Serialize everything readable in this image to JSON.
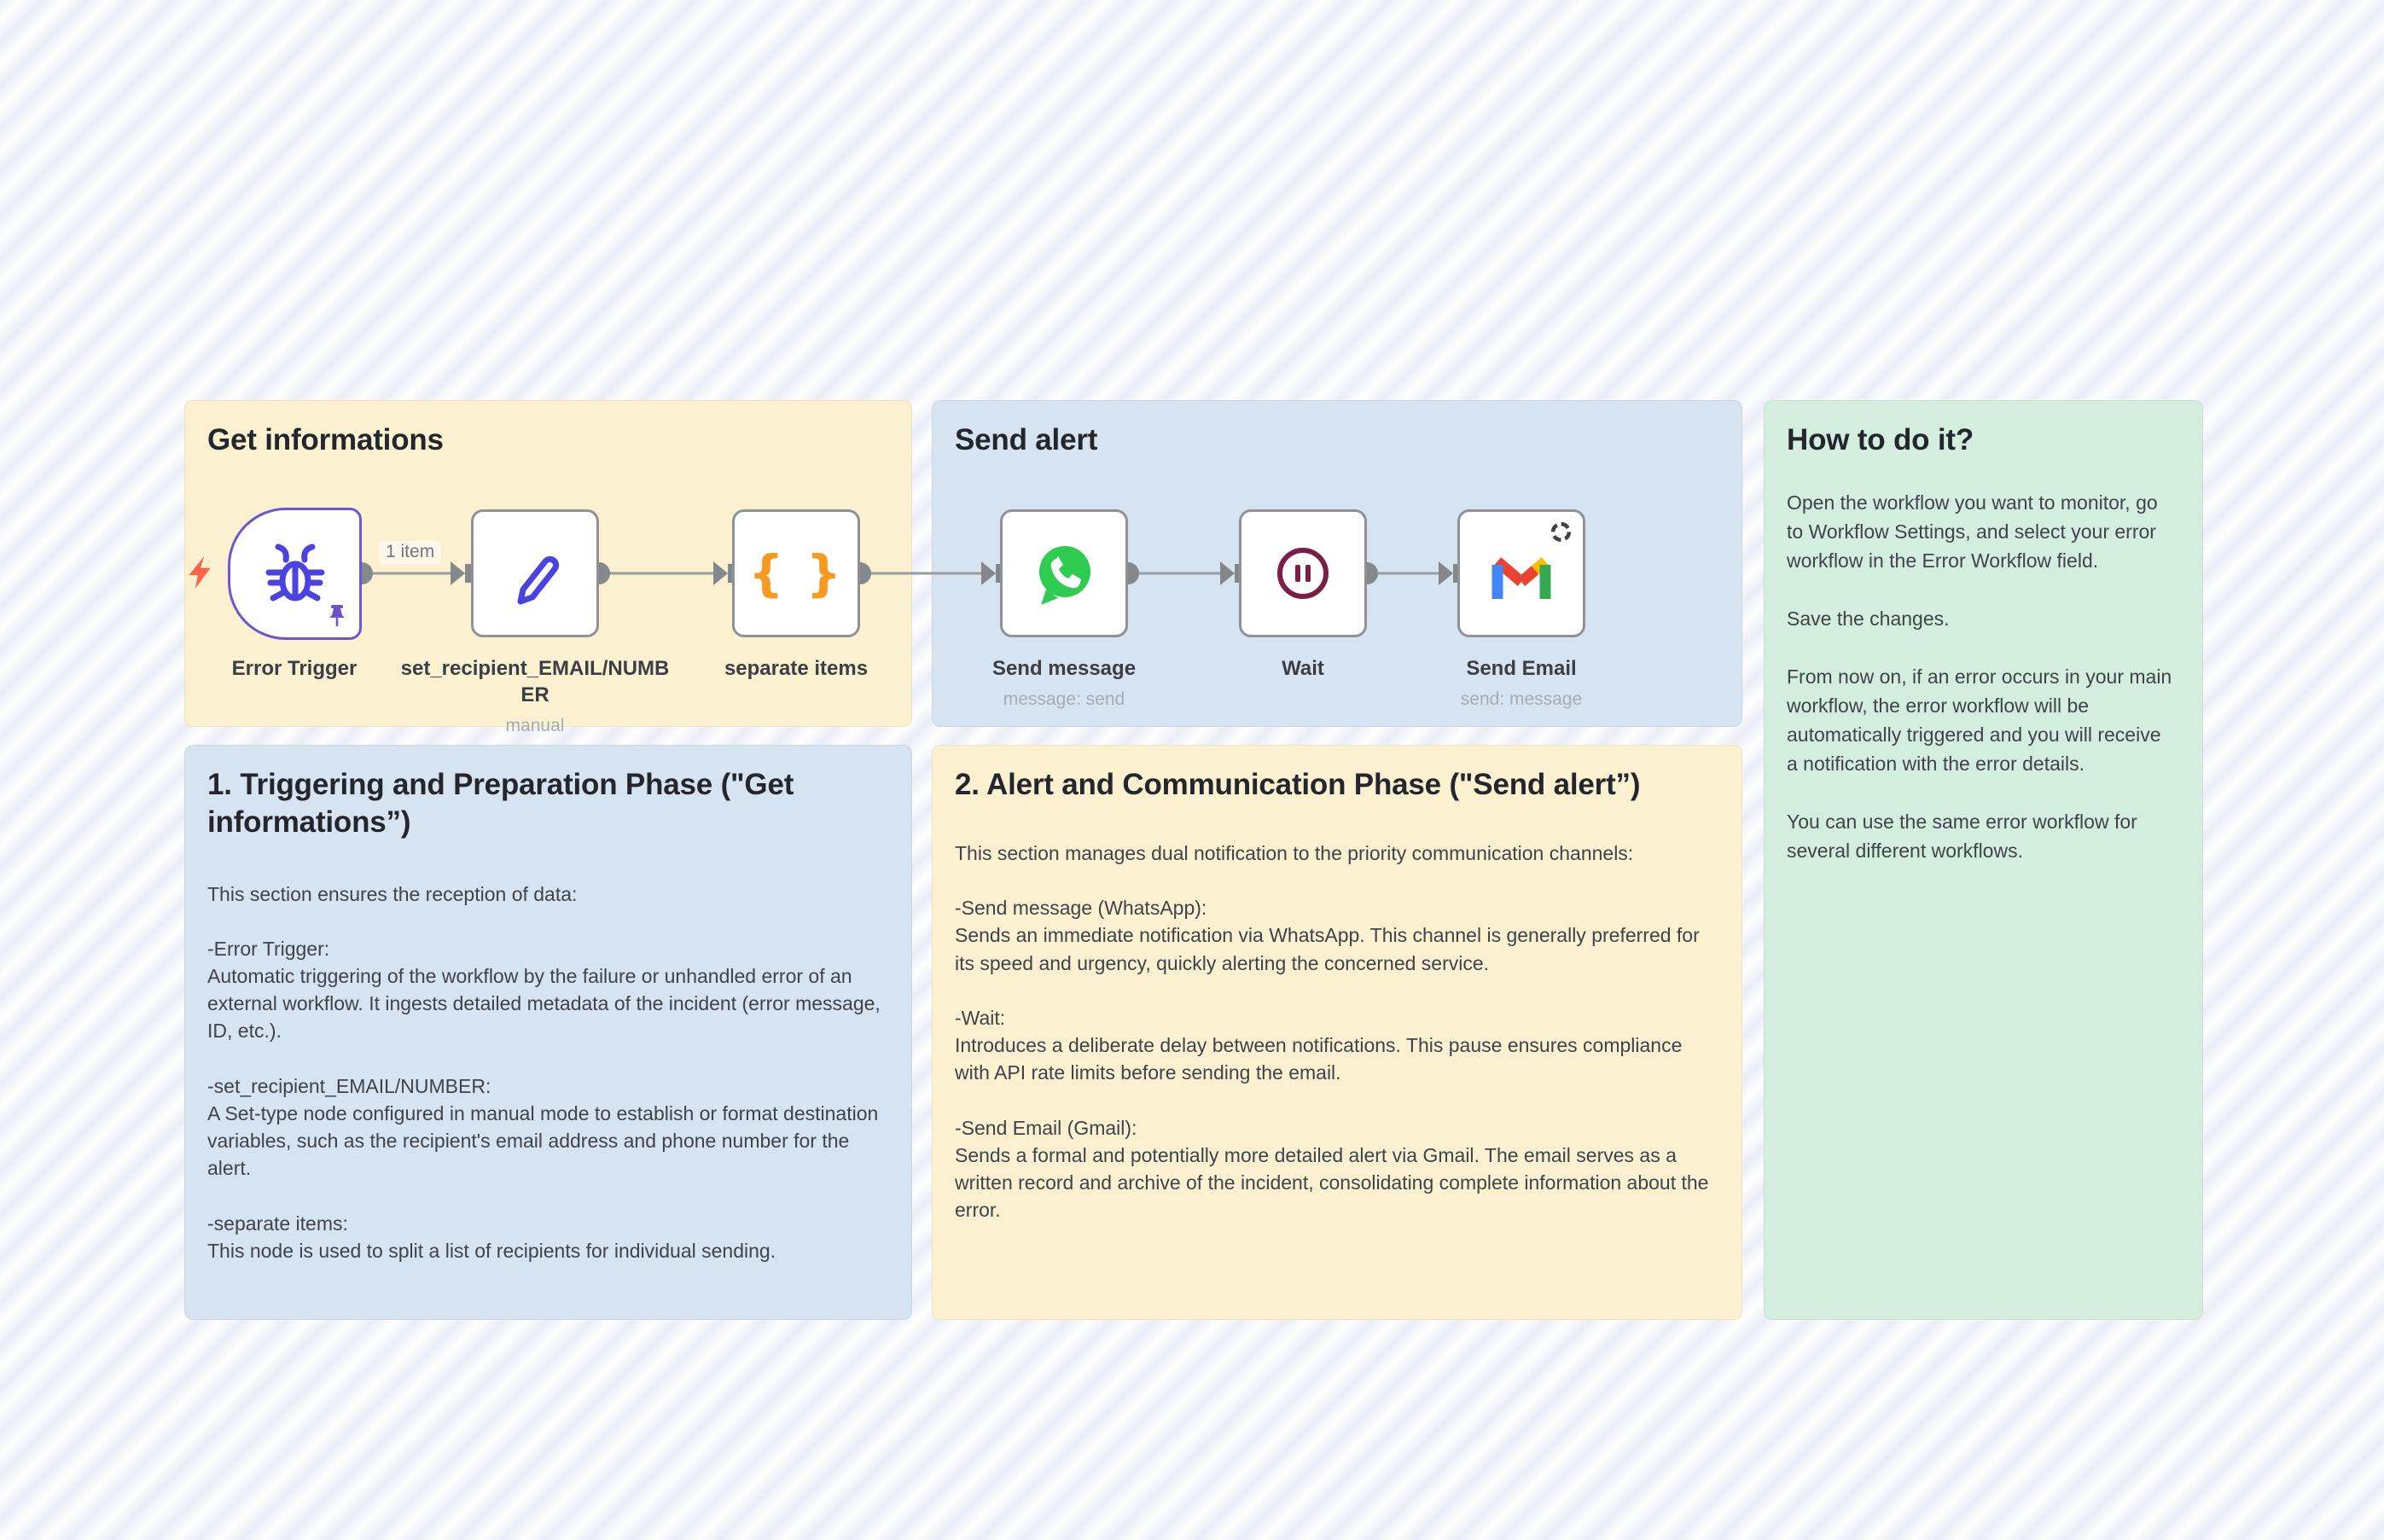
{
  "colors": {
    "sticky_yellow": "#FBF0CF",
    "sticky_blue": "#D6E3F1",
    "sticky_green": "#D3EEDE",
    "node_border": "#8F9398",
    "trigger_border": "#6A58D0",
    "bug_blue": "#4A43E2",
    "braces_orange": "#F79A1F",
    "whatsapp_green": "#2FCC51",
    "wait_maroon": "#7B1E45",
    "bolt_red": "#FC6547",
    "connector_gray": "#84878C",
    "gmail_blue": "#4285F4",
    "gmail_red": "#EA4335",
    "gmail_yellow": "#FBBC04",
    "gmail_green": "#34A853"
  },
  "stickies": {
    "get_informations": {
      "title": "Get informations"
    },
    "send_alert": {
      "title": "Send alert"
    },
    "how_to": {
      "title": "How to do it?",
      "body": "Open the workflow you want to monitor, go to Workflow Settings, and select your error workflow in the Error Workflow field.\n\nSave the changes.\n\nFrom now on, if an error occurs in your main workflow, the error workflow will be automatically triggered and you will receive a notification with the error details.\n\nYou can use the same error workflow for several different workflows."
    },
    "phase1": {
      "title": "1. Triggering and Preparation Phase (\"Get informations”)",
      "body": "This section ensures the reception of data:\n\n-Error Trigger:\nAutomatic triggering of the workflow by the failure or unhandled error of an external workflow. It ingests detailed metadata of the incident (error message, ID, etc.).\n\n-set_recipient_EMAIL/NUMBER:\nA Set-type node configured in manual mode to establish or format destination variables, such as the recipient's email address and phone number for the alert.\n\n-separate items:\nThis node is used to split a list of recipients for individual sending."
    },
    "phase2": {
      "title": "2. Alert and Communication Phase (\"Send alert”)",
      "body": "This section manages dual notification to the priority communication channels:\n\n-Send message (WhatsApp):\nSends an immediate notification via WhatsApp. This channel is generally preferred for its speed and urgency, quickly alerting the concerned service.\n\n-Wait:\nIntroduces a deliberate delay between notifications. This pause ensures compliance with API rate limits before sending the email.\n\n-Send Email (Gmail):\nSends a formal and potentially more detailed alert via Gmail. The email serves as a written record and archive of the incident, consolidating complete information about the error."
    }
  },
  "nodes": {
    "error_trigger": {
      "label": "Error Trigger"
    },
    "set_recipient": {
      "label": "set_recipient_EMAIL/NUMBER",
      "sublabel": "manual"
    },
    "separate_items": {
      "label": "separate items",
      "icon_glyph": "{ }"
    },
    "send_message": {
      "label": "Send message",
      "sublabel": "message: send"
    },
    "wait": {
      "label": "Wait"
    },
    "send_email": {
      "label": "Send Email",
      "sublabel": "send: message"
    }
  },
  "connections": {
    "item_count_label": "1 item"
  }
}
